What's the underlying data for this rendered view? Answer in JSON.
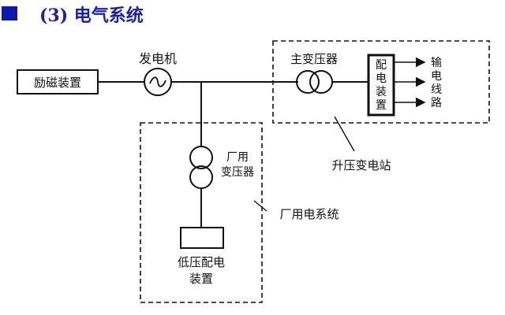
{
  "header": {
    "title": "(3) 电气系统"
  },
  "diagram": {
    "excitation": "励磁装置",
    "generator": "发电机",
    "main_transformer": "主变压器",
    "distribution_box": [
      "配",
      "电",
      "装",
      "置"
    ],
    "output_lines": [
      "输",
      "电",
      "线",
      "路"
    ],
    "substation": "升压变电站",
    "aux_transformer": [
      "厂用",
      "变压器"
    ],
    "aux_system": "厂用电系统",
    "low_voltage": [
      "低压配电",
      "装置"
    ]
  }
}
